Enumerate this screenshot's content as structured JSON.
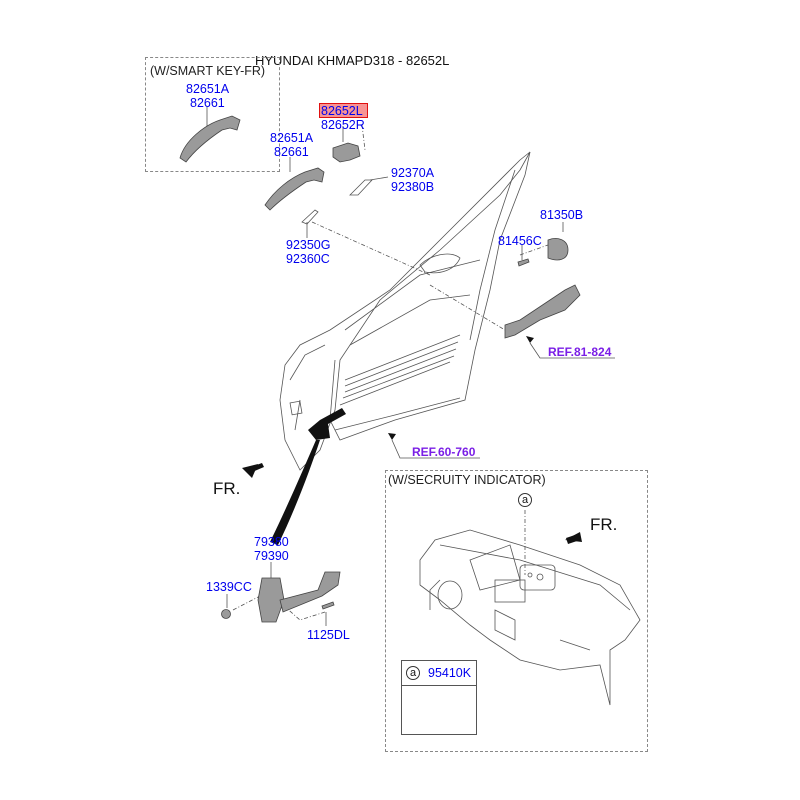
{
  "header": {
    "title": "HYUNDAI KHMAPD318 - 82652L"
  },
  "highlight": {
    "part_number": "82652L",
    "color": "#f03c3c"
  },
  "boxes": {
    "smart_key": {
      "label": "(W/SMART KEY-FR)"
    },
    "security": {
      "label": "(W/SECRUITY INDICATOR)"
    }
  },
  "parts": {
    "smart_handle": [
      "82651A",
      "82661"
    ],
    "handle_cover": [
      "82652L",
      "82652R"
    ],
    "handle": [
      "82651A",
      "82661"
    ],
    "pad_upper": [
      "92370A",
      "92380B"
    ],
    "pad_lower": [
      "92350G",
      "92360C"
    ],
    "striker": "81350B",
    "screw": "81456C",
    "checker": [
      "79380",
      "79390"
    ],
    "nut": "1339CC",
    "bolt": "1125DL",
    "indicator": "95410K"
  },
  "refs": {
    "latch": "REF.81-824",
    "door": "REF.60-760"
  },
  "direction": {
    "left": "FR.",
    "right": "FR."
  },
  "callout": {
    "symbol": "a"
  },
  "colors": {
    "part_number": "#0000ee",
    "reference": "#7a1ee6"
  }
}
